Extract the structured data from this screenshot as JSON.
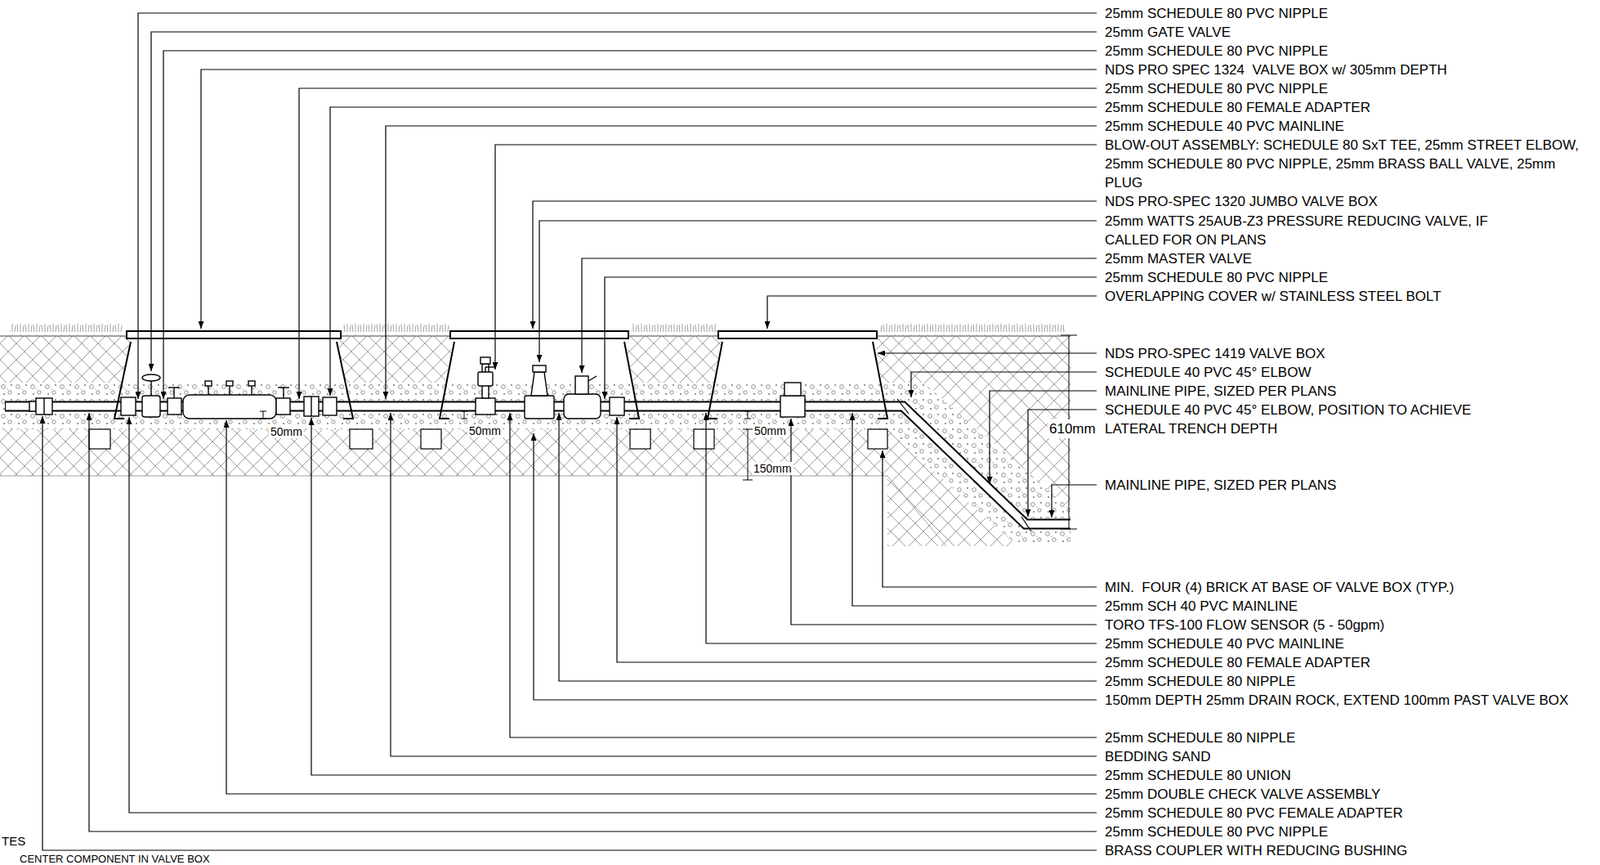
{
  "diagram": {
    "labels": [
      "25mm SCHEDULE 80 PVC NIPPLE",
      "25mm GATE VALVE",
      "25mm SCHEDULE 80 PVC NIPPLE",
      "NDS PRO SPEC 1324  VALVE BOX w/ 305mm DEPTH",
      "25mm SCHEDULE 80 PVC NIPPLE",
      "25mm SCHEDULE 80 FEMALE ADAPTER",
      "25mm SCHEDULE 40 PVC MAINLINE",
      "BLOW-OUT ASSEMBLY: SCHEDULE 80 SxT TEE, 25mm STREET ELBOW, 25mm SCHEDULE 80 PVC NIPPLE, 25mm BRASS BALL VALVE, 25mm PLUG",
      "NDS PRO-SPEC 1320 JUMBO VALVE BOX",
      "25mm WATTS 25AUB-Z3 PRESSURE REDUCING VALVE, IF CALLED FOR ON PLANS",
      "25mm MASTER VALVE",
      "25mm SCHEDULE 80 PVC NIPPLE",
      "OVERLAPPING COVER w/ STAINLESS STEEL BOLT",
      "NDS PRO-SPEC 1419 VALVE BOX",
      "SCHEDULE 40 PVC 45° ELBOW",
      "MAINLINE PIPE, SIZED PER PLANS",
      "SCHEDULE 40 PVC 45° ELBOW, POSITION TO ACHIEVE LATERAL TRENCH DEPTH",
      "610mm",
      "MAINLINE PIPE, SIZED PER PLANS",
      "MIN.  FOUR (4) BRICK AT BASE OF VALVE BOX (TYP.)",
      "25mm SCH 40 PVC MAINLINE",
      "TORO TFS-100 FLOW SENSOR (5 - 50gpm)",
      "25mm SCHEDULE 40 PVC MAINLINE",
      "25mm SCHEDULE 80 FEMALE ADAPTER",
      "25mm SCHEDULE 80 NIPPLE",
      "150mm DEPTH 25mm DRAIN ROCK, EXTEND 100mm PAST VALVE BOX",
      "25mm SCHEDULE 80 NIPPLE",
      "BEDDING SAND",
      "25mm SCHEDULE 80 UNION",
      "25mm DOUBLE CHECK VALVE ASSEMBLY",
      "25mm SCHEDULE 80 PVC FEMALE ADAPTER",
      "25mm SCHEDULE 80 PVC NIPPLE",
      "BRASS COUPLER WITH REDUCING BUSHING",
      "50mm",
      "50mm",
      "50mm",
      "150mm",
      "TES",
      "CENTER COMPONENT IN VALVE BOX"
    ]
  }
}
